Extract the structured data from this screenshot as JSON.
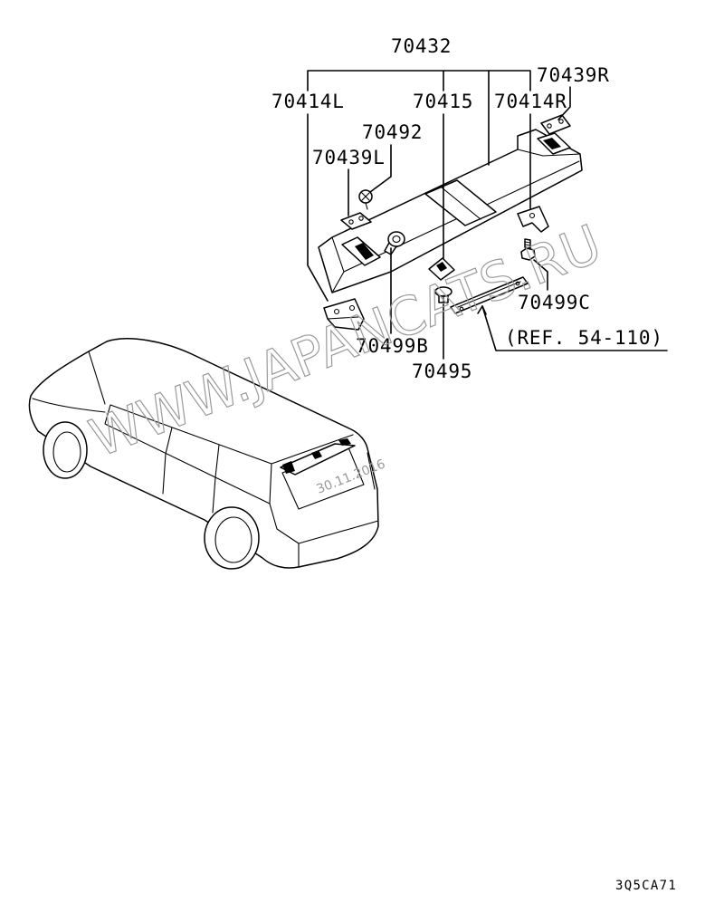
{
  "colors": {
    "ink": "#000000",
    "watermark": "#9a9a9a"
  },
  "callouts": {
    "assembly": "70432",
    "plate_right": "70439R",
    "bracket_left": "70414L",
    "bracket_center": "70415",
    "bracket_right": "70414R",
    "screw": "70492",
    "plate_left": "70439L",
    "bolt_right": "70499C",
    "bolt_left": "70499B",
    "clip": "70495"
  },
  "reference": "(REF. 54-110)",
  "diagram_code": "3Q5CA71",
  "watermark": {
    "site": "WWW.JAPANCATS.RU",
    "date": "30.11.2016"
  }
}
